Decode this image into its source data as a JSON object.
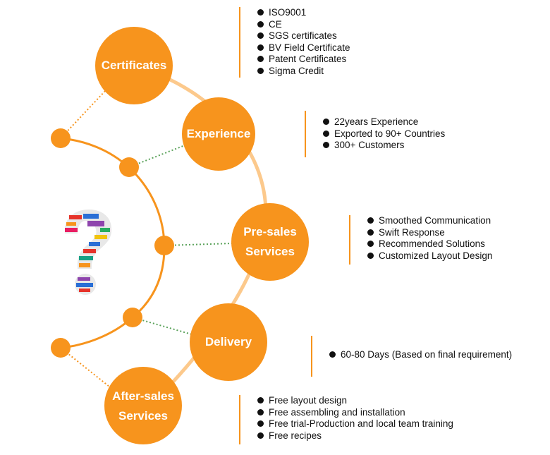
{
  "colors": {
    "primary": "#f7941d",
    "arc_light": "#fcc98c",
    "connector_green": "#5aa25a",
    "connector_orange": "#f7941d",
    "text": "#111111"
  },
  "icons": {
    "question": "question-mark-word-cloud-icon"
  },
  "stages": [
    {
      "id": "certificates",
      "lines": [
        "Certificates"
      ],
      "items": [
        "ISO9001",
        "CE",
        "SGS certificates",
        "BV Field Certificate",
        "Patent Certificates",
        "Sigma Credit"
      ]
    },
    {
      "id": "experience",
      "lines": [
        "Experience"
      ],
      "items": [
        "22years Experience",
        "Exported to 90+ Countries",
        "300+ Customers"
      ]
    },
    {
      "id": "pre-sales",
      "lines": [
        "Pre-sales",
        "Services"
      ],
      "items": [
        "Smoothed Communication",
        "Swift Response",
        "Recommended Solutions",
        "Customized Layout Design"
      ]
    },
    {
      "id": "delivery",
      "lines": [
        "Delivery"
      ],
      "items": [
        "60-80 Days (Based on final requirement)"
      ]
    },
    {
      "id": "after-sales",
      "lines": [
        "After-sales",
        "Services"
      ],
      "items": [
        "Free layout design",
        "Free assembling and installation",
        "Free trial-Production and local team training",
        "Free recipes"
      ]
    }
  ]
}
